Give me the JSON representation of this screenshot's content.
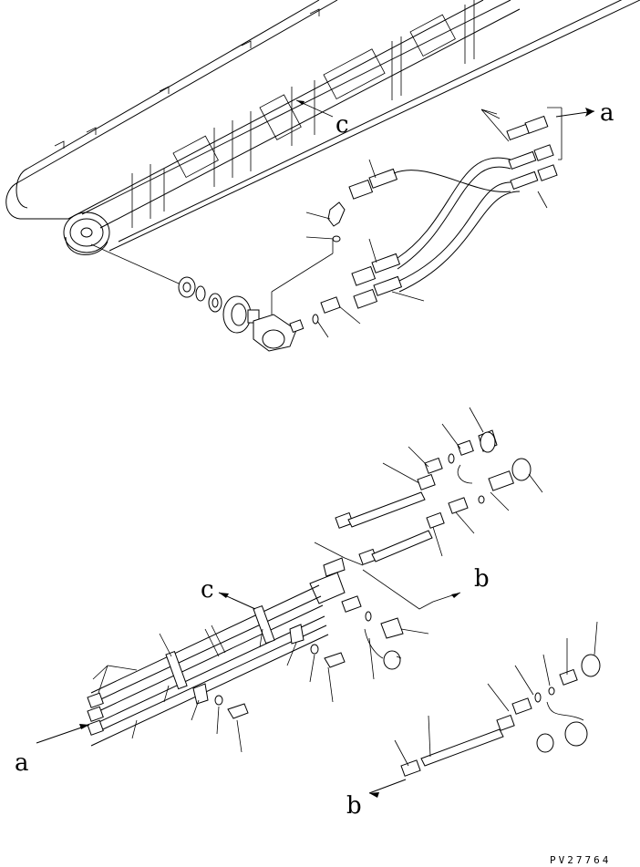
{
  "labels": {
    "c_top": "c",
    "a_top": "a",
    "b_mid": "b",
    "c_mid": "c",
    "a_bottom": "a",
    "b_bottom": "b"
  },
  "drawing_code": "PV27764"
}
